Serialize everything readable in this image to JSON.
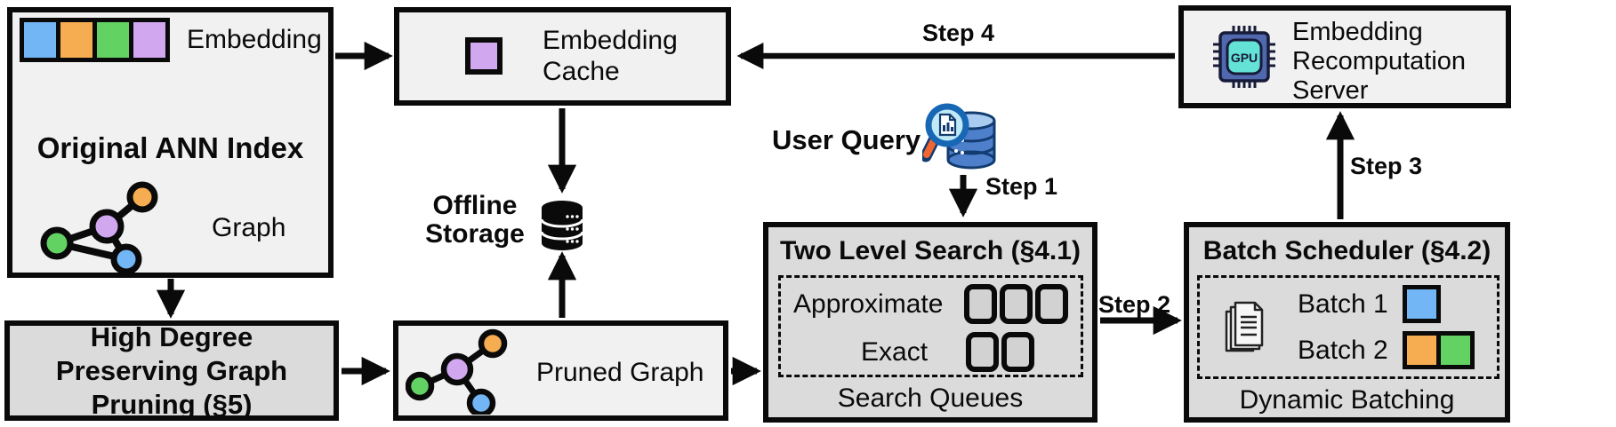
{
  "palette": {
    "blue": "#73B6F5",
    "orange": "#F6AC50",
    "green": "#62D363",
    "purple": "#D1A8F0",
    "light_box_bg": "#F1F1F1",
    "dark_box_bg": "#DBDBDB",
    "queue_fill": "#D2D2D2",
    "gpu_chip_body": "#5168AE",
    "gpu_chip_core": "#65E2D6",
    "query_db_blue": "#4D7FCB",
    "magnifier_rim_blue": "#1767B5",
    "magnifier_handle_orange": "#F26430"
  },
  "original_index": {
    "title": "Original ANN Index",
    "embedding_label": "Embedding",
    "graph_label": "Graph",
    "embedding_cells": [
      "blue",
      "orange",
      "green",
      "purple"
    ]
  },
  "embedding_cache": {
    "label": "Embedding Cache"
  },
  "offline_storage": {
    "label": "Offline Storage"
  },
  "user_query": {
    "label": "User Query"
  },
  "recomputation_server": {
    "label": "Embedding Recomputation Server",
    "gpu_text": "GPU"
  },
  "two_level_search": {
    "title": "Two Level Search (§4.1)",
    "rows": [
      {
        "label": "Approximate",
        "queues": 3
      },
      {
        "label": "Exact",
        "queues": 2
      }
    ],
    "caption": "Search Queues"
  },
  "batch_scheduler": {
    "title": "Batch Scheduler (§4.2)",
    "batches": [
      {
        "label": "Batch 1",
        "colors": [
          "blue"
        ]
      },
      {
        "label": "Batch 2",
        "colors": [
          "orange",
          "green"
        ]
      }
    ],
    "caption": "Dynamic Batching"
  },
  "graph_pruning": {
    "title": "High Degree Preserving Graph Pruning (§5)"
  },
  "pruned_graph": {
    "label": "Pruned Graph"
  },
  "steps": {
    "step1": "Step 1",
    "step2": "Step 2",
    "step3": "Step 3",
    "step4": "Step 4"
  }
}
